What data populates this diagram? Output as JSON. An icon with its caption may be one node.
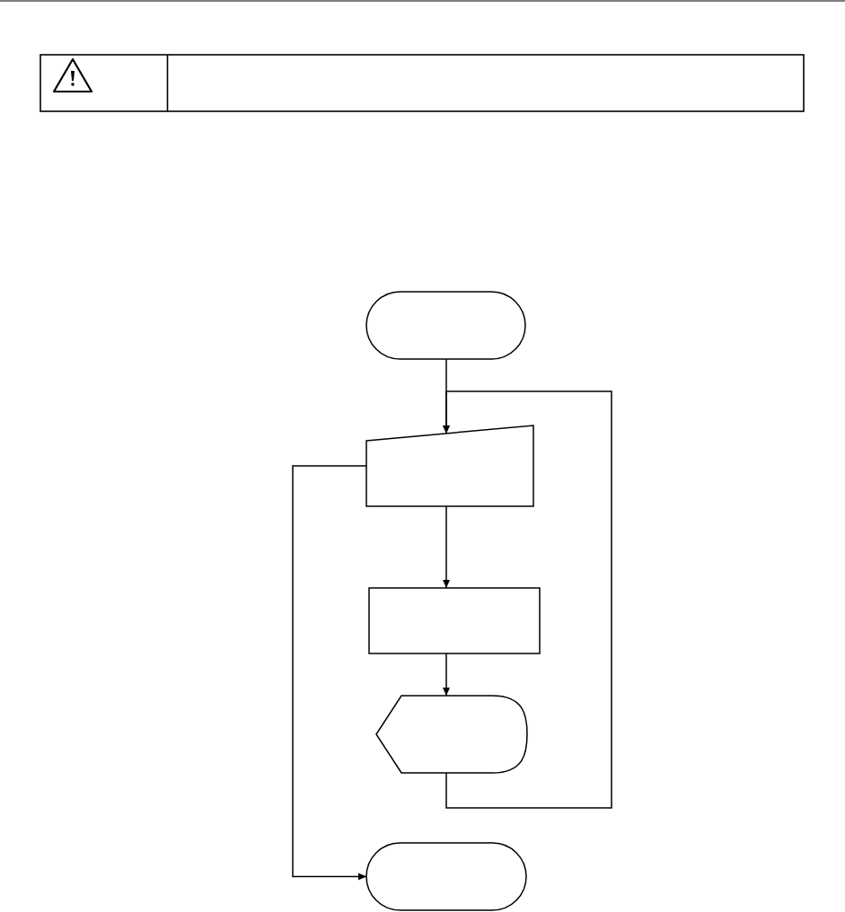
{
  "diagram": {
    "nodes": [
      {
        "text": [],
        "shape": "stadium"
      },
      {
        "text": [],
        "shape": "trapezoid"
      },
      {
        "text": [],
        "shape": "box"
      },
      {
        "text": [],
        "shape": "display"
      },
      {
        "text": [],
        "shape": "stadium"
      }
    ],
    "edges": [
      {
        "from": 0,
        "to": 1,
        "arrow": "to"
      },
      {
        "from": 1,
        "to": 2,
        "arrow": "to"
      },
      {
        "from": 2,
        "to": 3,
        "arrow": "to"
      },
      {
        "from": 3,
        "to": 1,
        "arrow": "to"
      },
      {
        "from": 1,
        "to": 4,
        "arrow": "to"
      }
    ]
  }
}
